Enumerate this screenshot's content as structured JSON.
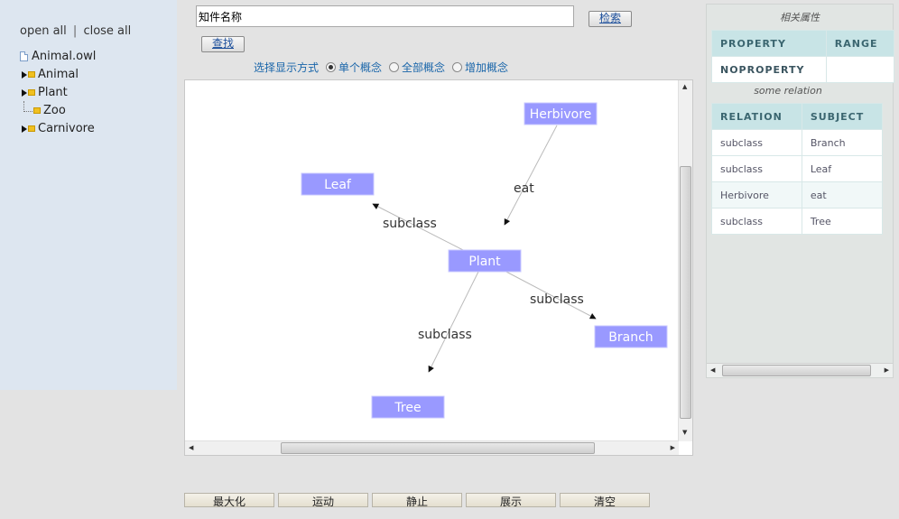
{
  "tree": {
    "open_all": "open all",
    "separator": "|",
    "close_all": "close all",
    "root": "Animal.owl",
    "items": [
      {
        "label": "Animal"
      },
      {
        "label": "Plant"
      },
      {
        "label": "Zoo"
      },
      {
        "label": "Carnivore"
      }
    ]
  },
  "search": {
    "value": "知件名称",
    "search_label": "检索",
    "find_label": "查找"
  },
  "display_mode": {
    "label": "选择显示方式",
    "options": [
      "单个概念",
      "全部概念",
      "增加概念"
    ],
    "selected": "单个概念"
  },
  "graph": {
    "nodes": [
      "Herbivore",
      "Leaf",
      "Plant",
      "Branch",
      "Tree"
    ],
    "edges": [
      {
        "from": "Herbivore",
        "to": "Plant",
        "label": "eat"
      },
      {
        "from": "Plant",
        "to": "Leaf",
        "label": "subclass"
      },
      {
        "from": "Plant",
        "to": "Branch",
        "label": "subclass"
      },
      {
        "from": "Plant",
        "to": "Tree",
        "label": "subclass"
      }
    ],
    "node_color": "#9999ff"
  },
  "properties": {
    "title": "相关属性",
    "headers": [
      "PROPERTY",
      "RANGE"
    ],
    "rows": [
      [
        "NOPROPERTY",
        ""
      ]
    ],
    "relation_caption": "some relation",
    "relation_headers": [
      "RELATION",
      "SUBJECT"
    ],
    "relation_rows": [
      [
        "subclass",
        "Branch"
      ],
      [
        "subclass",
        "Leaf"
      ],
      [
        "Herbivore",
        "eat"
      ],
      [
        "subclass",
        "Tree"
      ]
    ]
  },
  "controls": [
    "最大化",
    "运动",
    "静止",
    "展示",
    "清空"
  ]
}
